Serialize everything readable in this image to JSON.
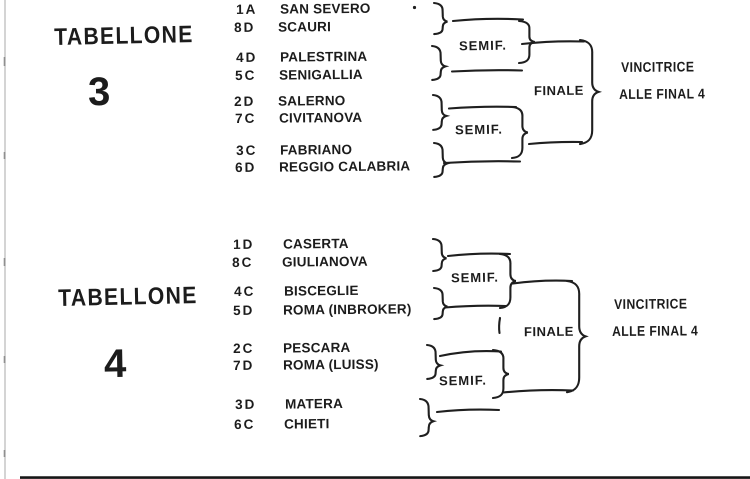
{
  "page": {
    "background": "#ffffff",
    "ink_color": "#1f1f1f",
    "paper_edge_color": "#bcbcbc"
  },
  "brackets": [
    {
      "title": "TABELLONE",
      "number": "3",
      "teams": [
        {
          "seed": "1A",
          "name": "SAN SEVERO"
        },
        {
          "seed": "8D",
          "name": "SCAURI"
        },
        {
          "seed": "4D",
          "name": "PALESTRINA"
        },
        {
          "seed": "5C",
          "name": "SENIGALLIA"
        },
        {
          "seed": "2D",
          "name": "SALERNO"
        },
        {
          "seed": "7C",
          "name": "CIVITANOVA"
        },
        {
          "seed": "3C",
          "name": "FABRIANO"
        },
        {
          "seed": "6D",
          "name": "REGGIO CALABRIA"
        }
      ],
      "round_labels": {
        "semifinal_top": "SEMIF.",
        "semifinal_bottom": "SEMIF.",
        "final": "FINALE"
      },
      "winner_note": {
        "line1": "VINCITRICE",
        "line2": "ALLE FINAL 4"
      }
    },
    {
      "title": "TABELLONE",
      "number": "4",
      "teams": [
        {
          "seed": "1D",
          "name": "CASERTA"
        },
        {
          "seed": "8C",
          "name": "GIULIANOVA"
        },
        {
          "seed": "4C",
          "name": "BISCEGLIE"
        },
        {
          "seed": "5D",
          "name": "ROMA (INBROKER)"
        },
        {
          "seed": "2C",
          "name": "PESCARA"
        },
        {
          "seed": "7D",
          "name": "ROMA (LUISS)"
        },
        {
          "seed": "3D",
          "name": "MATERA"
        },
        {
          "seed": "6C",
          "name": "CHIETI"
        }
      ],
      "round_labels": {
        "semifinal_top": "SEMIF.",
        "semifinal_bottom": "SEMIF.",
        "final": "FINALE"
      },
      "winner_note": {
        "line1": "VINCITRICE",
        "line2": "ALLE FINAL 4"
      }
    }
  ]
}
